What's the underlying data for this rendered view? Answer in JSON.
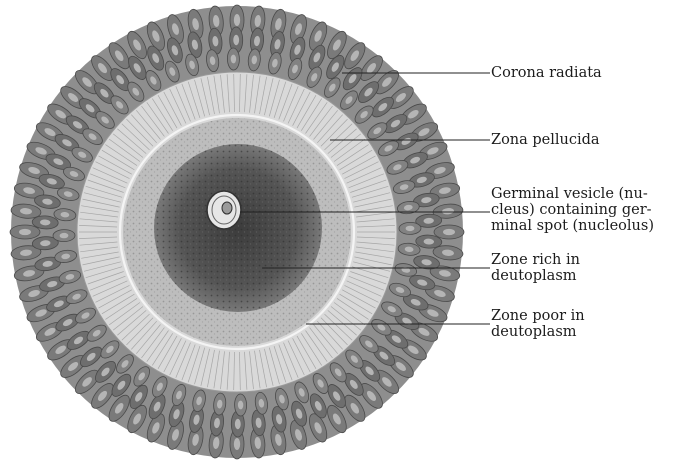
{
  "labels": {
    "corona_radiata": "Corona radiata",
    "zona_pellucida": "Zona pellucida",
    "germinal_vesicle": [
      "Germinal vesicle (nu-",
      "cleus) containing ger-",
      "minal spot (nucleolus)"
    ],
    "zone_rich": [
      "Zone rich in",
      "deutoplasm"
    ],
    "zone_poor": [
      "Zone poor in",
      "deutoplasm"
    ]
  },
  "colors": {
    "corona": "#8e8e8e",
    "corona_cells": "#6e6e6e",
    "zona": "#d6d6d6",
    "peripheral_cytoplasm": "#b8b8b8",
    "dense_cytoplasm": "#4e4e4e",
    "nucleus": "#e4e4e4",
    "leader": "#222222",
    "text": "#1c1c1c"
  }
}
